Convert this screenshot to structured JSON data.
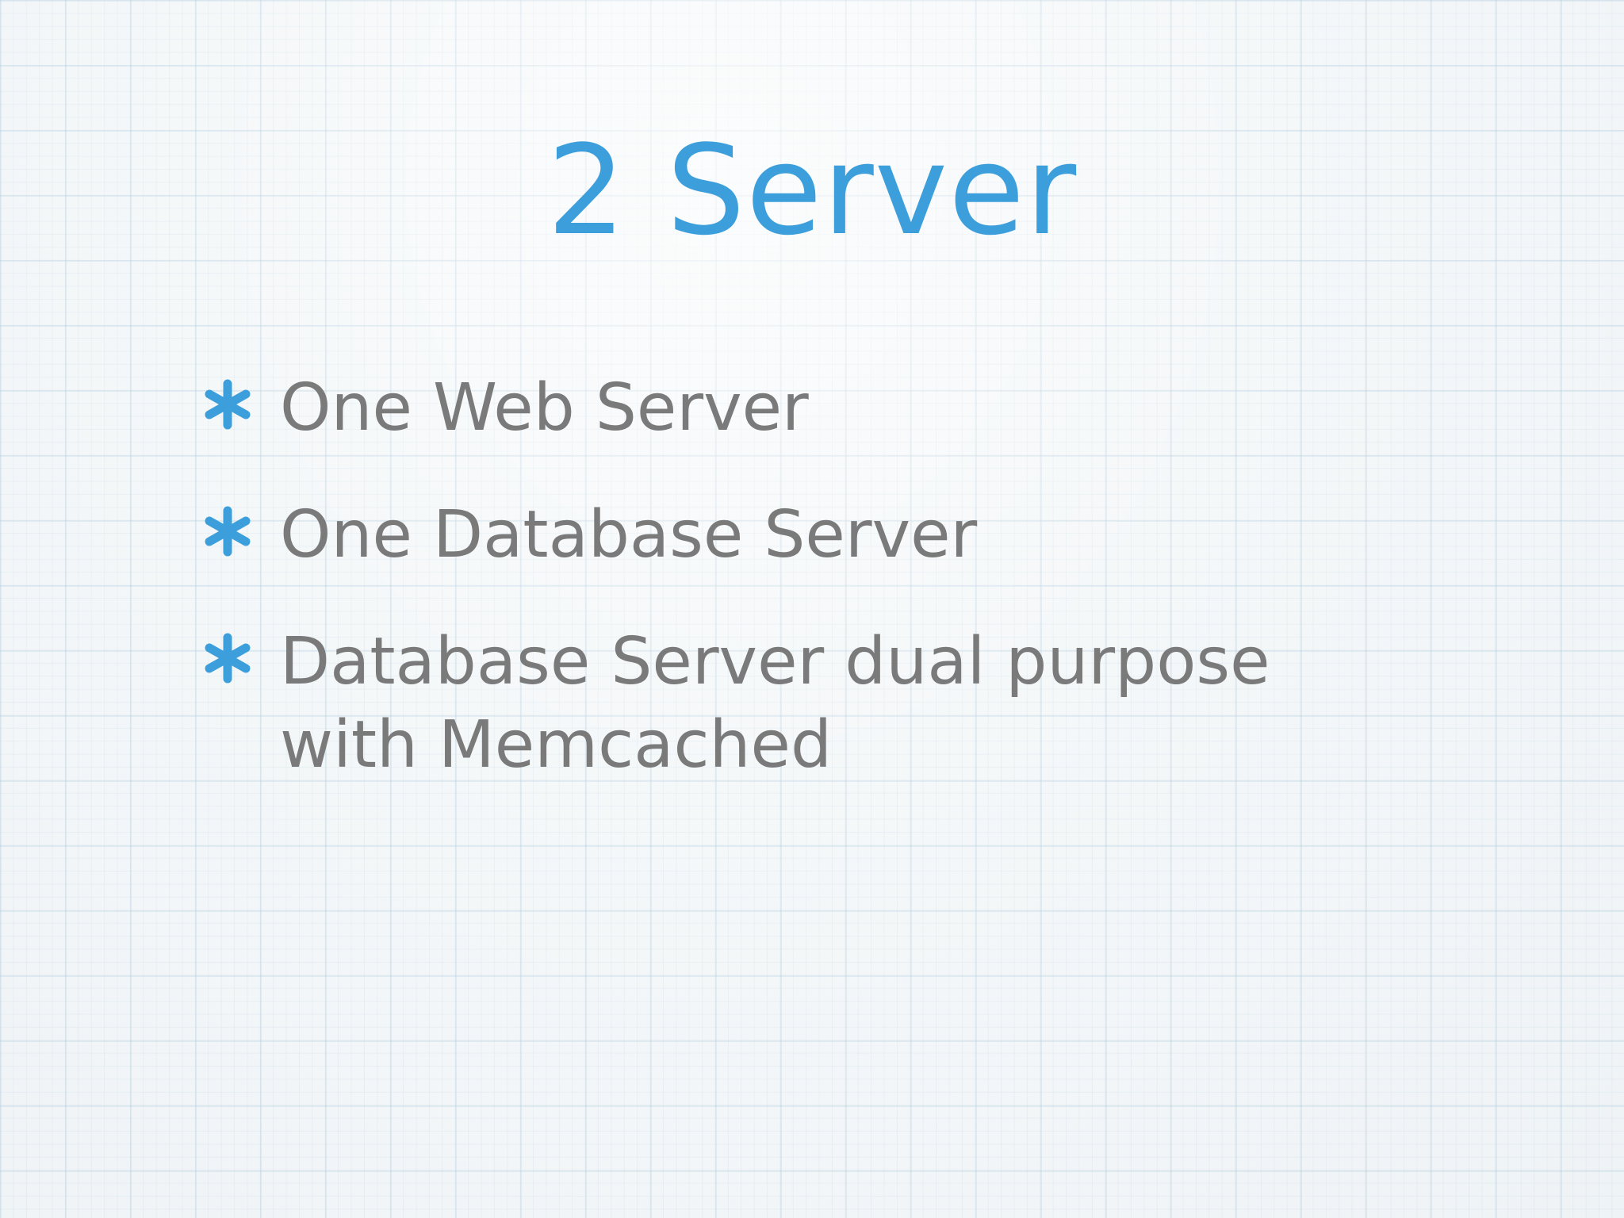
{
  "slide": {
    "title": "2 Server",
    "bullets": [
      {
        "text": "One Web Server",
        "icon": "asterisk-icon"
      },
      {
        "text": "One Database Server",
        "icon": "asterisk-icon"
      },
      {
        "text": "Database Server dual purpose with Memcached",
        "icon": "asterisk-icon"
      }
    ]
  },
  "colors": {
    "title": "#3c9fdc",
    "bullet_icon": "#3c9fdc",
    "body_text": "#7a7a7a",
    "background": "#f1f5f7"
  }
}
